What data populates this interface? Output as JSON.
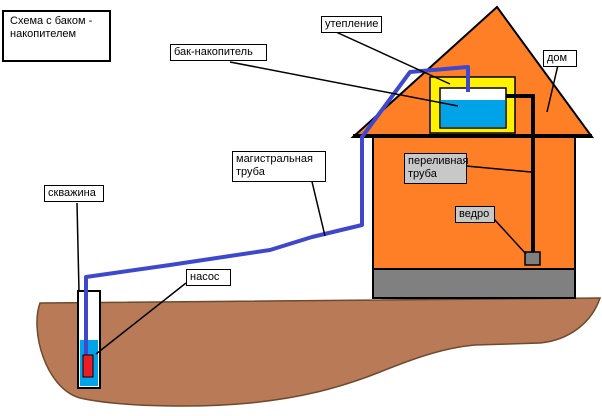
{
  "title": "Схема с баком - накопителем",
  "labels": {
    "insulation": "утепление",
    "storage_tank": "бак-накопитель",
    "house": "дом",
    "main_pipe": "магистральная труба",
    "overflow_pipe": "переливная труба",
    "bucket": "ведро",
    "well": "скважина",
    "pump": "насос"
  },
  "colors": {
    "house_wall": "#ff7f27",
    "roof": "#ff7f27",
    "foundation": "#808080",
    "soil": "#b97a57",
    "pipe": "#3f48cc",
    "tank_water": "#00a2e8",
    "insulation": "#fff200",
    "pump": "#ed1c24",
    "overflow_pipe": "#000000",
    "label_bg": "#ffffff",
    "overflow_label_bg": "#c8c8c8"
  }
}
